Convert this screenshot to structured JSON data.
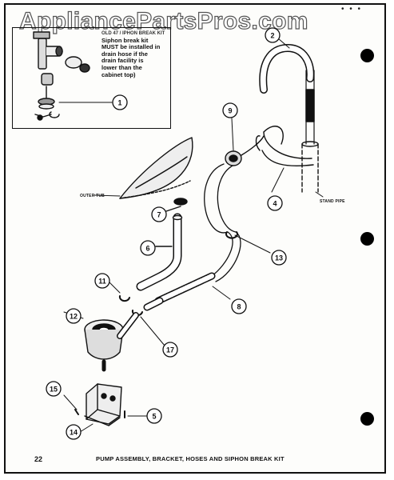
{
  "watermark": "AppliancePartsPros.com",
  "header_dots": "• • •",
  "inset": {
    "title_lines": [
      "Siphon break kit",
      "MUST be installed in",
      "drain hose if the",
      "drain facility is",
      "lower than the",
      "cabinet top)"
    ],
    "header_fragments": "OLD 47 / IPHON BREAK KIT"
  },
  "labels": {
    "outer_tub": "OUTER TUB",
    "stand_pipe": "STAND PIPE"
  },
  "callouts": [
    "1",
    "2",
    "4",
    "5",
    "6",
    "7",
    "8",
    "9",
    "11",
    "12",
    "13",
    "14",
    "15",
    "17"
  ],
  "footer": {
    "page_number": "22",
    "caption": "PUMP ASSEMBLY, BRACKET, HOSES AND SIPHON BREAK KIT"
  },
  "colors": {
    "ink": "#111111",
    "paper": "#fdfdfb"
  }
}
